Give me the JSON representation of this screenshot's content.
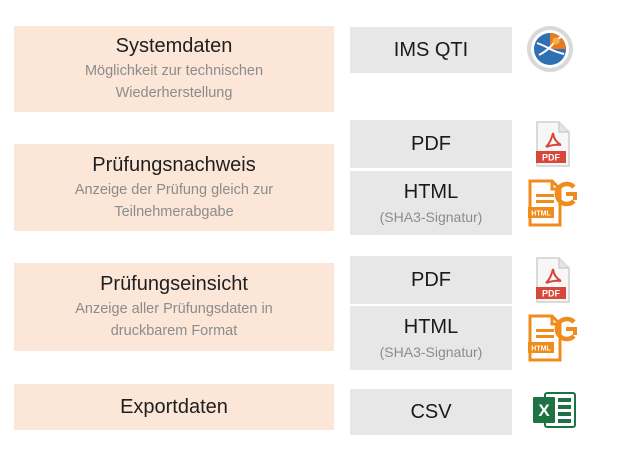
{
  "categories": [
    {
      "title": "Systemdaten",
      "desc_lines": [
        "Möglichkeit zur technischen",
        "Wiederherstellung"
      ]
    },
    {
      "title": "Prüfungsnachweis",
      "desc_lines": [
        "Anzeige der Prüfung gleich zur",
        "Teilnehmerabgabe"
      ]
    },
    {
      "title": "Prüfungseinsicht",
      "desc_lines": [
        "Anzeige aller Prüfungsdaten in",
        "druckbarem Format"
      ]
    },
    {
      "title": "Exportdaten",
      "desc_lines": []
    }
  ],
  "formats": [
    {
      "name": "IMS QTI",
      "sub": "",
      "icon": "globe-icon"
    },
    {
      "name": "PDF",
      "sub": "",
      "icon": "pdf-file-icon"
    },
    {
      "name": "HTML",
      "sub": "(SHA3-Signatur)",
      "icon": "html-file-icon"
    },
    {
      "name": "PDF",
      "sub": "",
      "icon": "pdf-file-icon"
    },
    {
      "name": "HTML",
      "sub": "(SHA3-Signatur)",
      "icon": "html-file-icon"
    },
    {
      "name": "CSV",
      "sub": "",
      "icon": "excel-icon"
    }
  ],
  "icon_labels": {
    "pdf": "PDF",
    "html": "HTML",
    "excel": "X"
  },
  "colors": {
    "category_bg": "#fbe6d8",
    "format_bg": "#e7e7e7",
    "pdf_red": "#d9473a",
    "html_orange": "#f08c1c",
    "excel_green": "#1f7244"
  }
}
